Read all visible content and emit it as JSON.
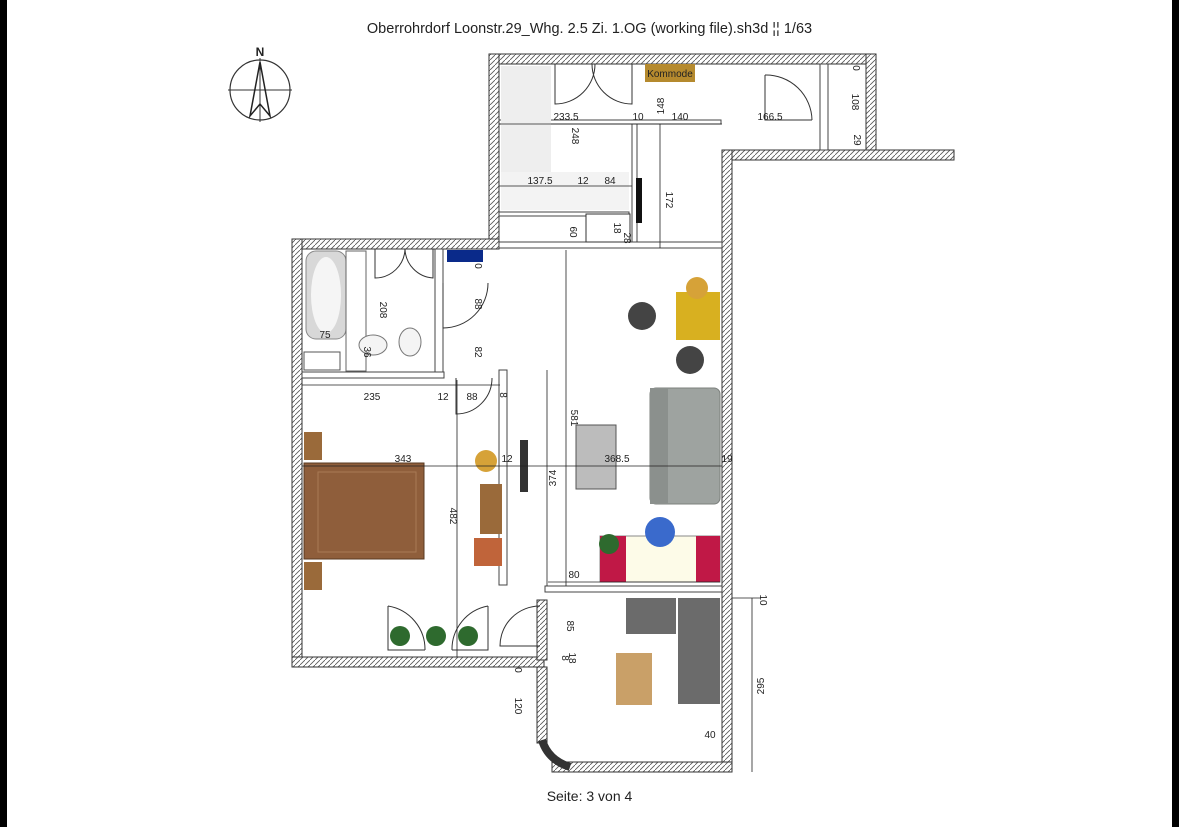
{
  "document": {
    "title": "Oberrohrdorf Loonstr.29_Whg. 2.5 Zi. 1.OG (working file).sh3d ¦¦ 1/63",
    "footer": "Seite: 3 von 4"
  },
  "compass": {
    "label": "N"
  },
  "furniture": {
    "kommode": "Kommode"
  },
  "dimensions": {
    "d233_5": "233.5",
    "d248": "248",
    "d10a": "10",
    "d148": "148",
    "d140": "140",
    "d166_5": "166.5",
    "d108": "108",
    "d29": "29",
    "d0a": "0",
    "d137_5": "137.5",
    "d12a": "12",
    "d84": "84",
    "d172": "172",
    "d60": "60",
    "d18": "18",
    "d28": "28",
    "d208": "208",
    "d75": "75",
    "d36": "36",
    "d0b": "0",
    "d88a": "88",
    "d82": "82",
    "d235": "235",
    "d12b": "12",
    "d88b": "88",
    "d8": "8",
    "d581": "581",
    "d343": "343",
    "d368_5": "368.5",
    "d19": "19",
    "d12c": "12",
    "d374": "374",
    "d482": "482",
    "d80": "80",
    "d10b": "10",
    "d85": "85",
    "d8b": "8",
    "d18b": "18",
    "d0c": "0",
    "d120": "120",
    "d295": "295",
    "d40": "40"
  }
}
